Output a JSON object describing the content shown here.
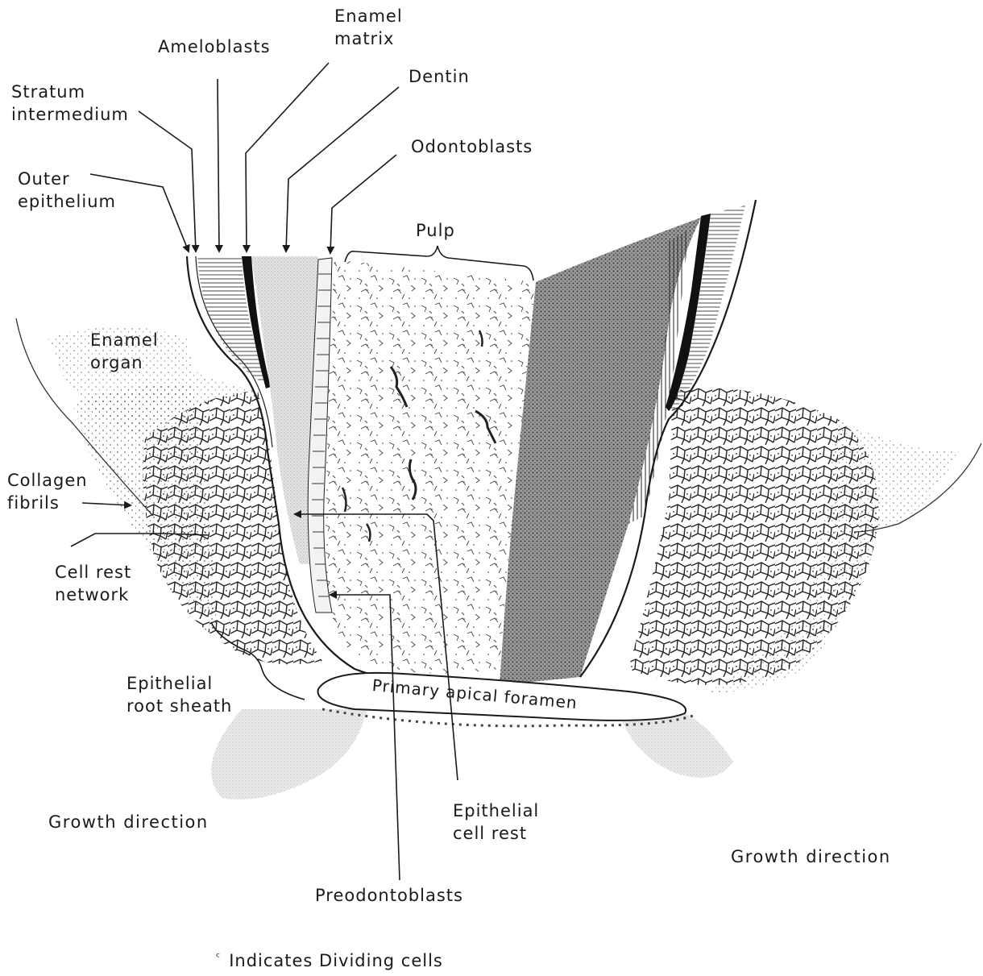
{
  "labels": {
    "enamel_matrix": "Enamel\nmatrix",
    "ameloblasts": "Ameloblasts",
    "dentin": "Dentin",
    "stratum_intermedium": "Stratum\nintermedium",
    "odontoblasts": "Odontoblasts",
    "outer_epithelium": "Outer\nepithelium",
    "pulp": "Pulp",
    "enamel_organ": "Enamel\norgan",
    "collagen_fibrils": "Collagen\nfibrils",
    "cell_rest_network": "Cell rest\nnetwork",
    "epithelial_root_sheath": "Epithelial\nroot sheath",
    "primary_apical_foramen": "Primary apical foramen",
    "growth_direction_left": "Growth direction",
    "growth_direction_right": "Growth direction",
    "epithelial_cell_rest": "Epithelial\ncell rest",
    "preodontoblasts": "Preodontoblasts"
  },
  "legend": {
    "mark": "ᶜ",
    "text": "Indicates Dividing cells"
  },
  "colors": {
    "ink": "#1a1a1a",
    "stipple_light": "#cfcfcf",
    "stipple_dark": "#555555",
    "growth_shadow": "#e2e2e2"
  }
}
